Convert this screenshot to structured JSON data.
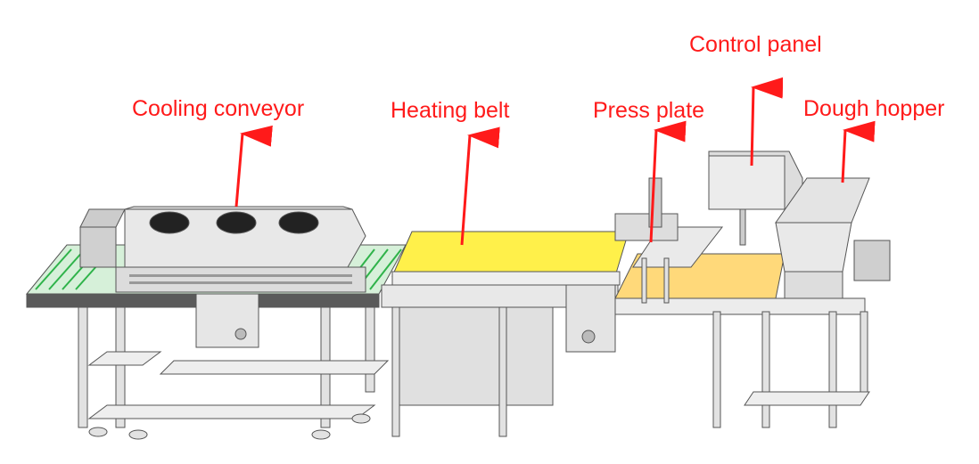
{
  "labels": {
    "cooling_conveyor": "Cooling conveyor",
    "heating_belt": "Heating belt",
    "press_plate": "Press plate",
    "control_panel": "Control panel",
    "dough_hopper": "Dough hopper"
  },
  "colors": {
    "label": "#ff1a1a",
    "belt_yellow": "#fff04a",
    "belt_orange": "#ffd97a",
    "mesh_green": "#2fb34a",
    "frame": "#d8d8d8",
    "outline": "#555555"
  }
}
